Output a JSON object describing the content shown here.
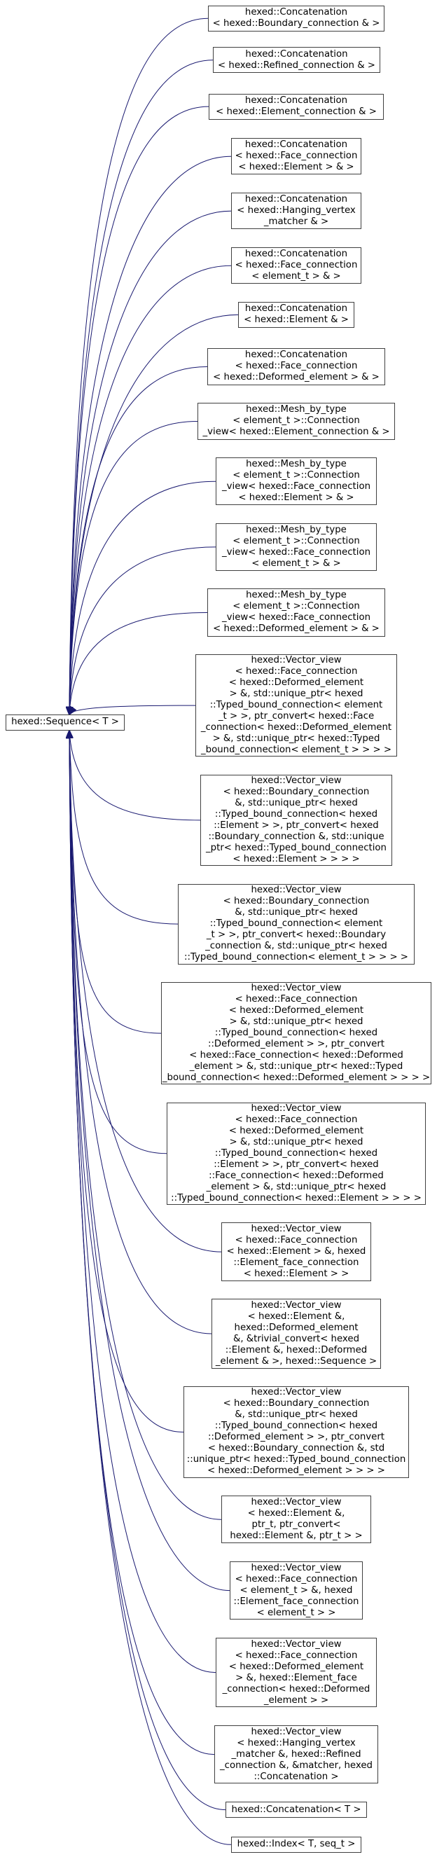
{
  "colors": {
    "edge": "#191970",
    "node_border": "#404040",
    "node_fill": "#ffffff",
    "background": "#ffffff"
  },
  "base": {
    "lines": [
      "hexed::Sequence< T >"
    ]
  },
  "derived": [
    {
      "lines": [
        "hexed::Concatenation",
        "< hexed::Boundary_connection & >"
      ]
    },
    {
      "lines": [
        "hexed::Concatenation",
        "< hexed::Refined_connection & >"
      ]
    },
    {
      "lines": [
        "hexed::Concatenation",
        "< hexed::Element_connection & >"
      ]
    },
    {
      "lines": [
        "hexed::Concatenation",
        "< hexed::Face_connection",
        "< hexed::Element > & >"
      ]
    },
    {
      "lines": [
        "hexed::Concatenation",
        "< hexed::Hanging_vertex",
        "_matcher & >"
      ]
    },
    {
      "lines": [
        "hexed::Concatenation",
        "< hexed::Face_connection",
        "< element_t > & >"
      ]
    },
    {
      "lines": [
        "hexed::Concatenation",
        "< hexed::Element & >"
      ]
    },
    {
      "lines": [
        "hexed::Concatenation",
        "< hexed::Face_connection",
        "< hexed::Deformed_element > & >"
      ]
    },
    {
      "lines": [
        "hexed::Mesh_by_type",
        "< element_t >::Connection",
        "_view< hexed::Element_connection & >"
      ]
    },
    {
      "lines": [
        "hexed::Mesh_by_type",
        "< element_t >::Connection",
        "_view< hexed::Face_connection",
        "< hexed::Element > & >"
      ]
    },
    {
      "lines": [
        "hexed::Mesh_by_type",
        "< element_t >::Connection",
        "_view< hexed::Face_connection",
        "< element_t > & >"
      ]
    },
    {
      "lines": [
        "hexed::Mesh_by_type",
        "< element_t >::Connection",
        "_view< hexed::Face_connection",
        "< hexed::Deformed_element > & >"
      ]
    },
    {
      "lines": [
        "hexed::Vector_view",
        "< hexed::Face_connection",
        "< hexed::Deformed_element",
        "> &, std::unique_ptr< hexed",
        "::Typed_bound_connection< element",
        "_t > >, ptr_convert< hexed::Face",
        "_connection< hexed::Deformed_element",
        "> &, std::unique_ptr< hexed::Typed",
        "_bound_connection< element_t > > > >"
      ]
    },
    {
      "lines": [
        "hexed::Vector_view",
        "< hexed::Boundary_connection",
        "&, std::unique_ptr< hexed",
        "::Typed_bound_connection< hexed",
        "::Element > >, ptr_convert< hexed",
        "::Boundary_connection &, std::unique",
        "_ptr< hexed::Typed_bound_connection",
        "< hexed::Element > > > >"
      ]
    },
    {
      "lines": [
        "hexed::Vector_view",
        "< hexed::Boundary_connection",
        "&, std::unique_ptr< hexed",
        "::Typed_bound_connection< element",
        "_t > >, ptr_convert< hexed::Boundary",
        "_connection &, std::unique_ptr< hexed",
        "::Typed_bound_connection< element_t > > > >"
      ]
    },
    {
      "lines": [
        "hexed::Vector_view",
        "< hexed::Face_connection",
        "< hexed::Deformed_element",
        "> &, std::unique_ptr< hexed",
        "::Typed_bound_connection< hexed",
        "::Deformed_element > >, ptr_convert",
        "< hexed::Face_connection< hexed::Deformed",
        "_element > &, std::unique_ptr< hexed::Typed",
        "_bound_connection< hexed::Deformed_element > > > >"
      ]
    },
    {
      "lines": [
        "hexed::Vector_view",
        "< hexed::Face_connection",
        "< hexed::Deformed_element",
        "> &, std::unique_ptr< hexed",
        "::Typed_bound_connection< hexed",
        "::Element > >, ptr_convert< hexed",
        "::Face_connection< hexed::Deformed",
        "_element > &, std::unique_ptr< hexed",
        "::Typed_bound_connection< hexed::Element > > > >"
      ]
    },
    {
      "lines": [
        "hexed::Vector_view",
        "< hexed::Face_connection",
        "< hexed::Element > &, hexed",
        "::Element_face_connection",
        "< hexed::Element > >"
      ]
    },
    {
      "lines": [
        "hexed::Vector_view",
        "< hexed::Element &,",
        "hexed::Deformed_element",
        "&, &trivial_convert< hexed",
        "::Element &, hexed::Deformed",
        "_element & >, hexed::Sequence >"
      ]
    },
    {
      "lines": [
        "hexed::Vector_view",
        "< hexed::Boundary_connection",
        "&, std::unique_ptr< hexed",
        "::Typed_bound_connection< hexed",
        "::Deformed_element > >, ptr_convert",
        "< hexed::Boundary_connection &, std",
        "::unique_ptr< hexed::Typed_bound_connection",
        "< hexed::Deformed_element > > > >"
      ]
    },
    {
      "lines": [
        "hexed::Vector_view",
        "< hexed::Element &,",
        "ptr_t, ptr_convert<",
        "hexed::Element &, ptr_t > >"
      ]
    },
    {
      "lines": [
        "hexed::Vector_view",
        "< hexed::Face_connection",
        "< element_t > &, hexed",
        "::Element_face_connection",
        "< element_t > >"
      ]
    },
    {
      "lines": [
        "hexed::Vector_view",
        "< hexed::Face_connection",
        "< hexed::Deformed_element",
        "> &, hexed::Element_face",
        "_connection< hexed::Deformed",
        "_element > >"
      ]
    },
    {
      "lines": [
        "hexed::Vector_view",
        "< hexed::Hanging_vertex",
        "_matcher &, hexed::Refined",
        "_connection &, &matcher, hexed",
        "::Concatenation >"
      ]
    },
    {
      "lines": [
        "hexed::Concatenation< T >"
      ]
    },
    {
      "lines": [
        "hexed::Index< T, seq_t >"
      ]
    }
  ]
}
